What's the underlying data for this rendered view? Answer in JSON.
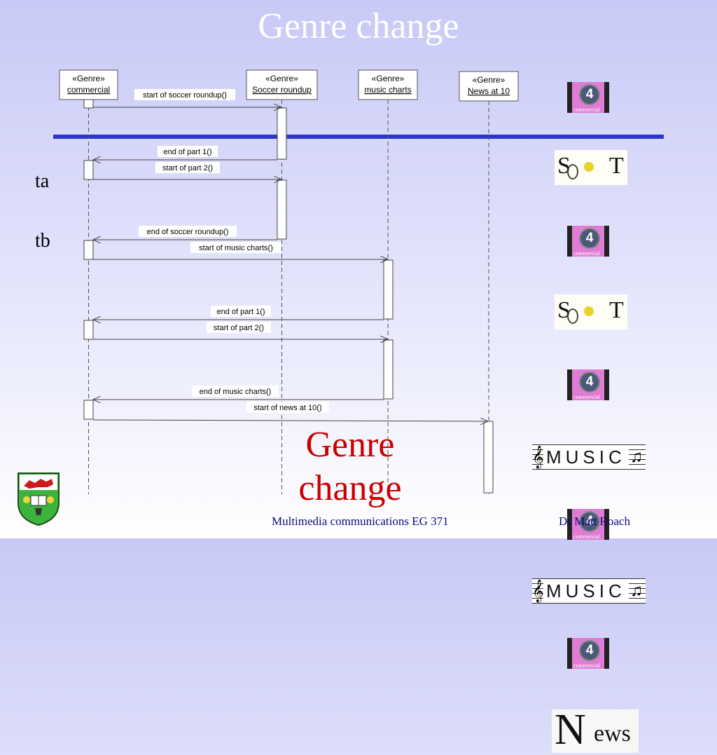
{
  "title": "Genre change",
  "lifelines": [
    {
      "stereotype": "«Genre»",
      "name": "commercial"
    },
    {
      "stereotype": "«Genre»",
      "name": "Soccer roundup"
    },
    {
      "stereotype": "«Genre»",
      "name": "music charts"
    },
    {
      "stereotype": "«Genre»",
      "name": "News at 10"
    }
  ],
  "messages": [
    {
      "label": "start of soccer roundup()",
      "from": 0,
      "to": 1
    },
    {
      "label": "end of part 1()",
      "from": 1,
      "to": 0
    },
    {
      "label": "start of part 2()",
      "from": 0,
      "to": 1
    },
    {
      "label": "end of soccer roundup()",
      "from": 1,
      "to": 0
    },
    {
      "label": "start of music charts()",
      "from": 0,
      "to": 2
    },
    {
      "label": "end of part 1()",
      "from": 2,
      "to": 0
    },
    {
      "label": "start of part 2()",
      "from": 0,
      "to": 2
    },
    {
      "label": "end of music charts()",
      "from": 2,
      "to": 0
    },
    {
      "label": "start of news at 10()",
      "from": 0,
      "to": 3
    }
  ],
  "markers": {
    "ta": "ta",
    "tb": "tb"
  },
  "highlight_line_color": "#2b35c9",
  "big_caption": {
    "line1": "Genre",
    "line2": "change"
  },
  "thumbnails": {
    "commercial_label": "commercial",
    "channel_number": "4",
    "sport_text": {
      "left": "S",
      "right": "T"
    },
    "music_text": "MUSIC",
    "news_text": {
      "initial": "N",
      "rest": "ews"
    }
  },
  "footer": {
    "course": "Multimedia communications EG 371",
    "author": "Dr Matt Roach"
  },
  "colors": {
    "title": "#ffffff",
    "caption": "#cc0000",
    "footer": "#0a0a7a"
  }
}
